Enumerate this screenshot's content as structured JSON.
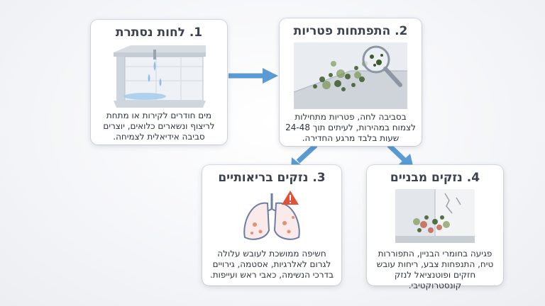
{
  "steps": [
    {
      "title": "1. לחות נסתרת",
      "text": "מים חודרים לקירות או מתחת לריצוף ונשארים כלואים, יוצרים סביבה אידיאלית לצמיחה."
    },
    {
      "title": "2. התפתחות פטריות",
      "text": "בסביבה לחה, פטריות מתחילות לצמוח במהירות, לעיתים תוך 24-48 שעות בלבד מרגע החדירה."
    },
    {
      "title": "3. נזקים בריאותיים",
      "text": "חשיפה ממושכת לעובש עלולה לגרום לאלרגיות, אסטמה, גירויים בדרכי הנשימה, כאבי ראש ועייפות."
    },
    {
      "title": "4. נזקים מבניים",
      "text": "פגיעה בחומרי הבניין, התפוררות טיח, התנפחות צבע, ריחות עובש חזקים ופוטנציאל לנזק קונסטרוקטיבי."
    }
  ],
  "colors": {
    "arrow": "#5b9bd5",
    "mold_dark": "#3d5a2a",
    "mold_green": "#6b8a3a",
    "warning": "#e0523a",
    "lung_line": "#6a7fa3"
  }
}
